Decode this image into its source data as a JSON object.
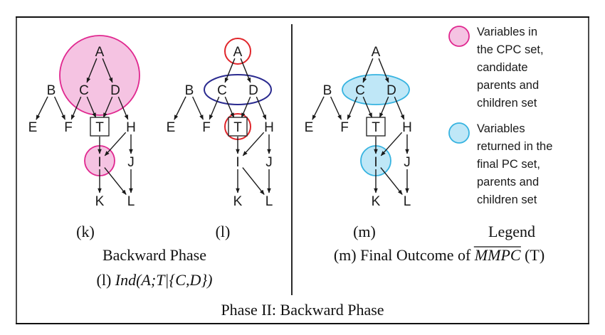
{
  "nodes": {
    "A": "A",
    "B": "B",
    "C": "C",
    "D": "D",
    "E": "E",
    "F": "F",
    "T": "T",
    "H": "H",
    "I": "I",
    "J": "J",
    "K": "K",
    "L": "L"
  },
  "panels": [
    {
      "label": "(k)",
      "highlight": "cpc"
    },
    {
      "label": "(l)",
      "highlight": "test"
    },
    {
      "label": "(m)",
      "highlight": "final"
    }
  ],
  "captions": {
    "backward_phase": "Backward Phase",
    "ind_prefix": "(l) ",
    "ind_formula": "Ind(A;T|{C,D})",
    "final_prefix": "(m) Final Outcome of ",
    "final_mmpc": "MMPC",
    "final_suffix": " (T)",
    "legend_title": "Legend",
    "bottom_title": "Phase II: Backward Phase"
  },
  "legend": {
    "pink_lines": [
      "Variables in",
      "the CPC set,",
      "candidate",
      "parents and",
      "children set"
    ],
    "blue_lines": [
      "Variables",
      "returned in the",
      "final PC set,",
      "parents and",
      "children set"
    ]
  },
  "colors": {
    "pink_fill": "#f5c3e2",
    "pink_stroke": "#e0278f",
    "blue_fill": "#bfe7f7",
    "blue_stroke": "#36b3e0",
    "red_stroke": "#e0262b",
    "navy_stroke": "#2a2a8f"
  }
}
